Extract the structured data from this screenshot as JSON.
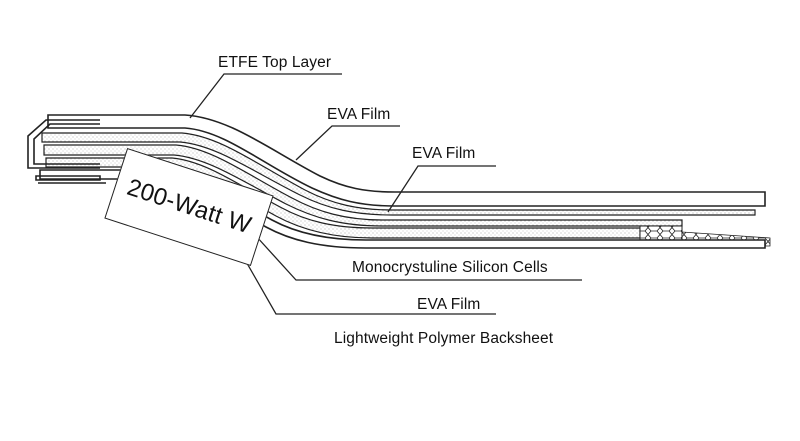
{
  "labels": {
    "etfe_top_layer": "ETFE Top Layer",
    "eva_film_1": "EVA Film",
    "eva_film_2": "EVA Film",
    "mono_cells": "Monocrystuline Silicon Cells",
    "eva_film_3": "EVA Film",
    "backsheet": "Lightweight Polymer Backsheet"
  },
  "brand_tag": {
    "text": "200-Watt W"
  },
  "colors": {
    "stroke": "#222222",
    "stipple": "#9a9a9a",
    "background": "#ffffff"
  }
}
